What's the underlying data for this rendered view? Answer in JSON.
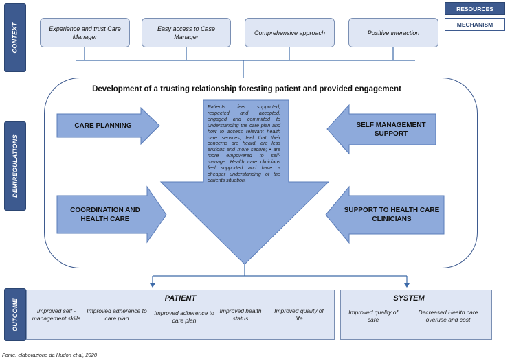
{
  "legend": {
    "resources": "RESOURCES",
    "mechanism": "MECHANISM",
    "resources_color": "#3d5a8f"
  },
  "side_labels": {
    "context": "CONTEXT",
    "demiregulations": "DEMIREGULATIONS",
    "outcome": "OUTCOME"
  },
  "context_boxes": [
    "Experience and trust Care Manager",
    "Easy access to Case Manager",
    "Comprehensive approach",
    "Positive interaction"
  ],
  "mechanism": {
    "title": "Development of a trusting relationship foresting patient and provided engagement",
    "care_planning": "CARE PLANNING",
    "coordination": "COORDINATION AND HEALTH CARE",
    "self_management": "SELF MANAGEMENT SUPPORT",
    "support_clinicians": "SUPPORT TO HEALTH CARE CLINICIANS",
    "center_text": "Patients feel supported, respected and accepted; engaged and committed to understanding the care plan and how to access relevant health care services; feel that their concerns are heard, are less anxious and more secure; • are more empowered to self-manage. Health care clinicians feel supported and have a cheaper understanding of the patients situation."
  },
  "outcome": {
    "patient_title": "PATIENT",
    "patient_items": [
      "Improved self - management skills",
      "Improved adherence to care plan",
      "Improved adherence to care plan",
      "Improved health status",
      "Improved quality of life"
    ],
    "system_title": "SYSTEM",
    "system_items": [
      "Improved quality of care",
      "Decreased Health care overuse and cost"
    ]
  },
  "source": "Fonte: elaborazione da Hudon et al, 2020"
}
